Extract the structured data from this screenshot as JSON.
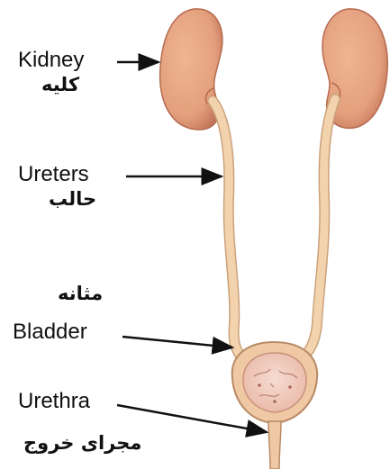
{
  "labels": {
    "kidney": {
      "en": "Kidney",
      "fa": "کلیه"
    },
    "ureters": {
      "en": "Ureters",
      "fa": "حالب"
    },
    "bladder": {
      "en": "Bladder",
      "fa": "مثانه"
    },
    "urethra": {
      "en": "Urethra",
      "fa": "مجرای خروج"
    }
  },
  "colors": {
    "kidney": "#e3a07d",
    "kidney_shadow": "#c27459",
    "ureter": "#f3d3ad",
    "ureter_edge": "#c9a27c",
    "bladder_outer": "#efc9a4",
    "bladder_inner": "#f3cdbf",
    "arrow": "#111111"
  }
}
